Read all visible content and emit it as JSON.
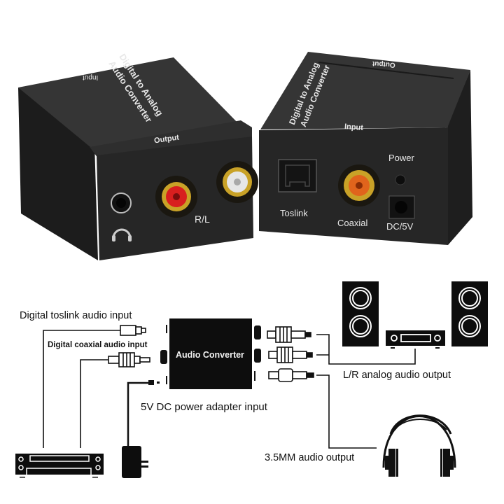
{
  "product_photo": {
    "left_unit": {
      "top_text_line1": "Digital to Analog",
      "top_text_line2": "Audio Converter",
      "top_input_label": "Input",
      "front_band_label": "Output",
      "rca_label": "R/L",
      "ports": [
        "headphone-jack",
        "rca-red",
        "rca-white"
      ]
    },
    "right_unit": {
      "top_text_line1": "Digital to Analog",
      "top_text_line2": "Audio Converter",
      "top_output_label": "Output",
      "front_band_label": "Input",
      "power_label": "Power",
      "toslink_label": "Toslink",
      "coaxial_label": "Coaxial",
      "dc_label": "DC/5V",
      "ports": [
        "toslink",
        "coaxial",
        "power-led",
        "dc-jack"
      ]
    },
    "colors": {
      "body": "#2b2b2b",
      "body_top": "#3a3a3a",
      "gold": "#c9a227",
      "red": "#d81f1f",
      "orange": "#e0641c",
      "white": "#e6e6e6"
    }
  },
  "diagram": {
    "converter_label": "Audio Converter",
    "labels": {
      "toslink_input": "Digital  toslink audio input",
      "coaxial_input": "Digital  coaxial audio input",
      "power_input": "5V DC power adapter input",
      "lr_output": "L/R analog audio output",
      "headphone_output": "3.5MM audio output"
    },
    "icons": [
      "dvd-player-icon",
      "power-adapter-icon",
      "speaker-left-icon",
      "amplifier-icon",
      "speaker-right-icon",
      "headphones-icon"
    ]
  }
}
